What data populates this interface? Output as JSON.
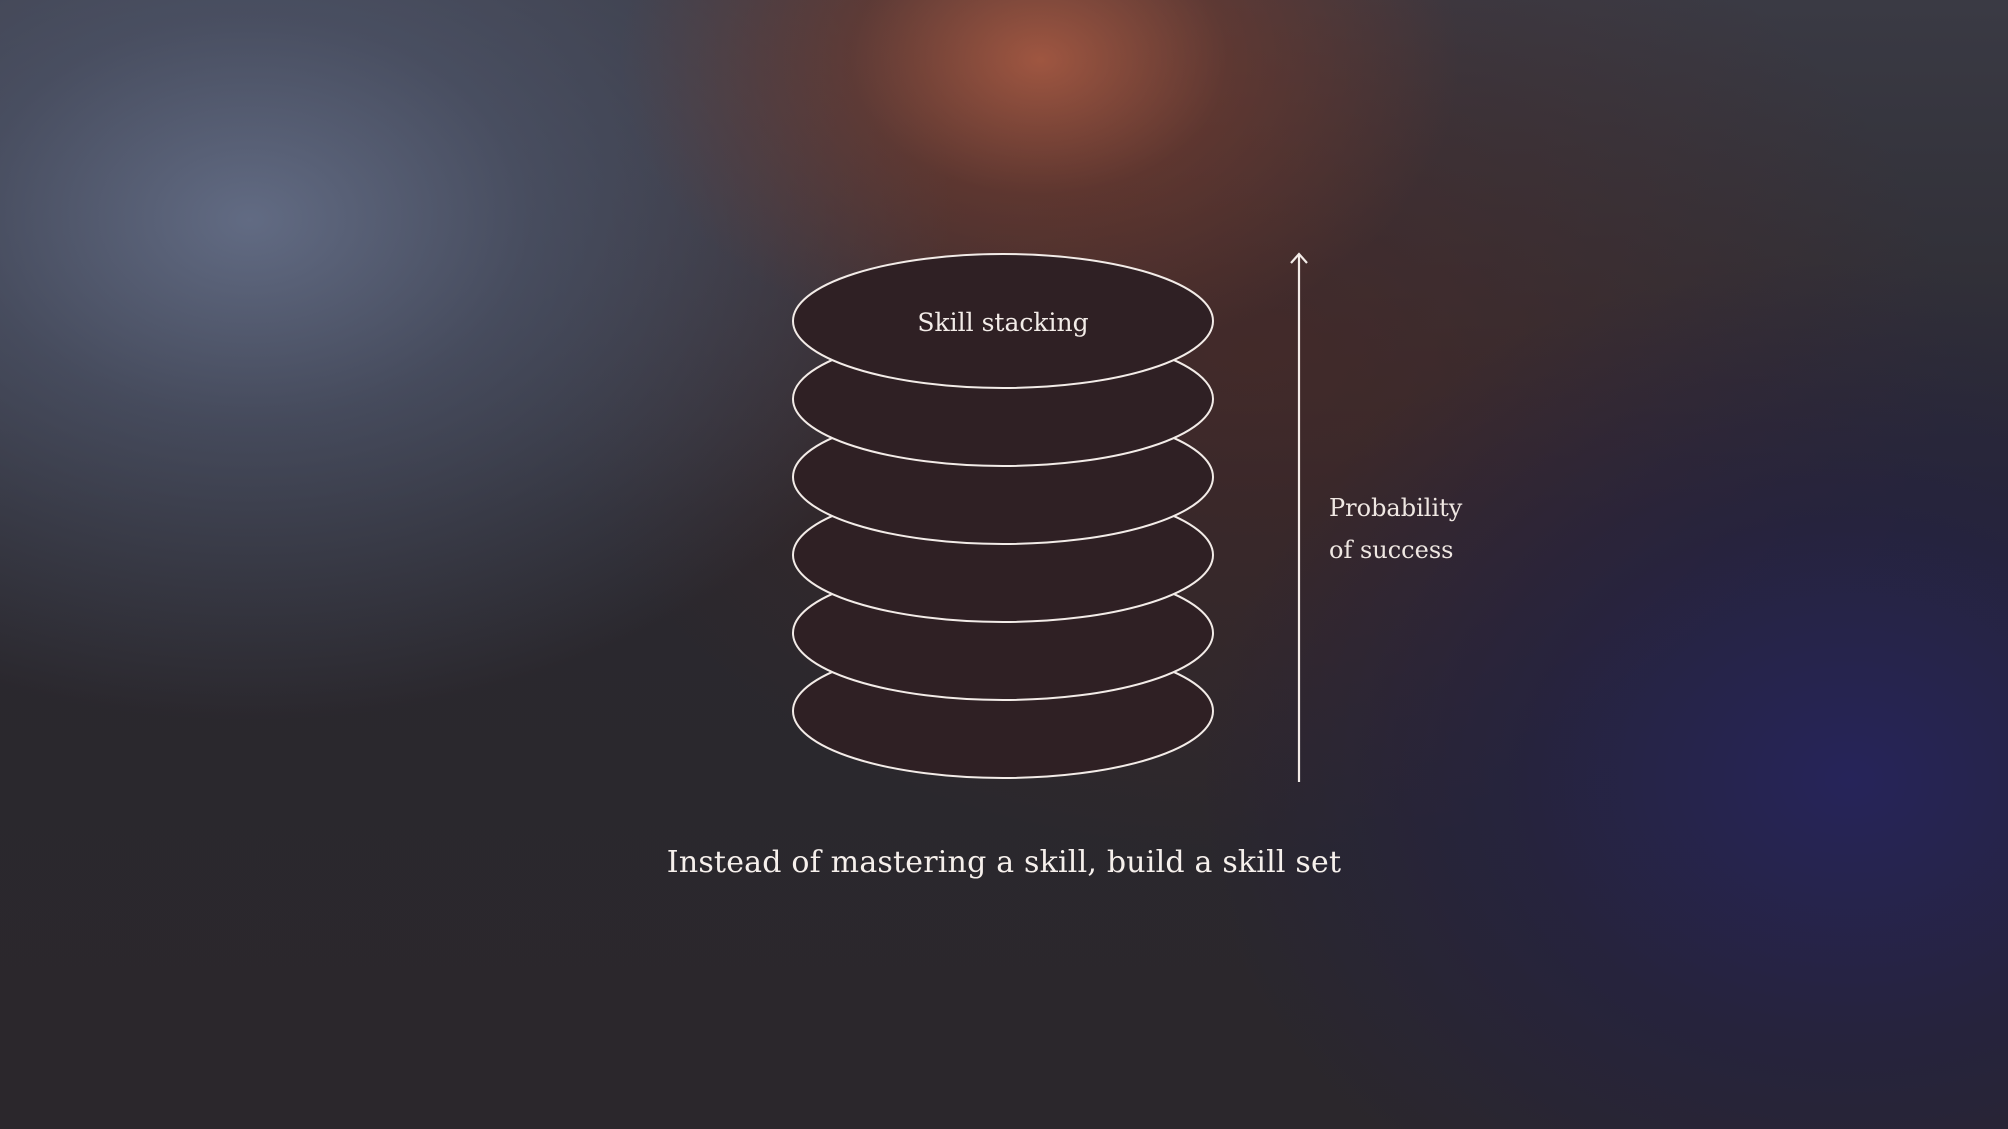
{
  "diagram": {
    "top_layer_label": "Skill stacking",
    "axis_label_line1": "Probability",
    "axis_label_line2": "of success",
    "layer_count": 6
  },
  "caption": "Instead of mastering a skill, build a skill set",
  "colors": {
    "stroke": "#f3ece8",
    "disk_fill": "#2f2024",
    "accent_warm": "#b05c42",
    "accent_cool": "#26245c"
  }
}
